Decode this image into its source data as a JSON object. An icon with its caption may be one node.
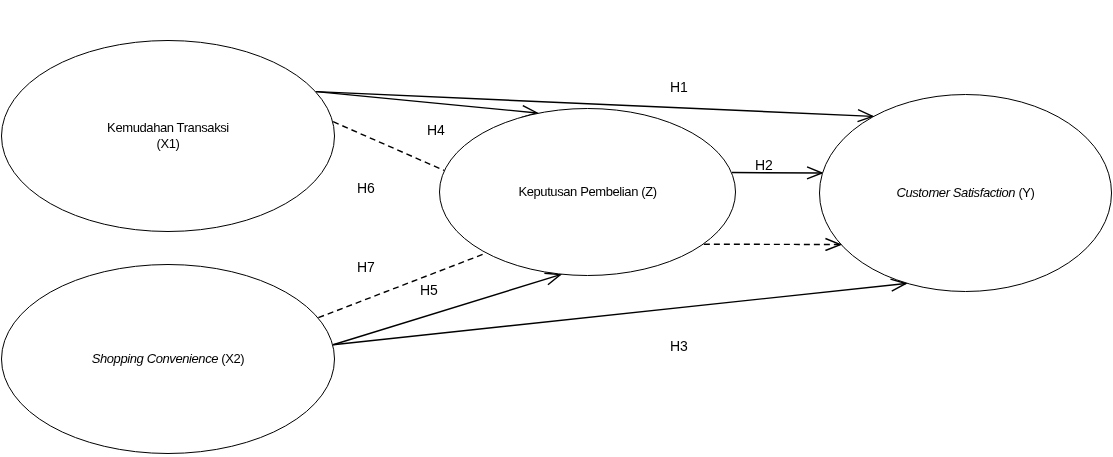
{
  "diagram": {
    "nodes": [
      {
        "text": [
          "Kemudahan Transaksi (X1)"
        ]
      },
      {
        "text": [
          "*Shopping Convenience* (X2)"
        ]
      },
      {
        "text": [
          "Keputusan Pembelian (Z)"
        ]
      },
      {
        "text": [
          "*Customer Satisfaction* (Y)"
        ]
      }
    ],
    "edges": [
      {
        "from": 0,
        "to": 3,
        "arrow": "to",
        "label": "H1"
      },
      {
        "from": 0,
        "to": 2,
        "arrow": "to",
        "label": "H4"
      },
      {
        "from": 0,
        "to": 2,
        "arrow": "none",
        "style": "dashed",
        "label": "H6"
      },
      {
        "from": 2,
        "to": 3,
        "arrow": "to",
        "label": "H2"
      },
      {
        "from": 2,
        "to": 3,
        "arrow": "to",
        "style": "dashed"
      },
      {
        "from": 1,
        "to": 2,
        "arrow": "none",
        "style": "dashed",
        "label": "H7"
      },
      {
        "from": 1,
        "to": 2,
        "arrow": "to",
        "label": "H5"
      },
      {
        "from": 1,
        "to": 3,
        "arrow": "to",
        "label": "H3"
      }
    ]
  }
}
